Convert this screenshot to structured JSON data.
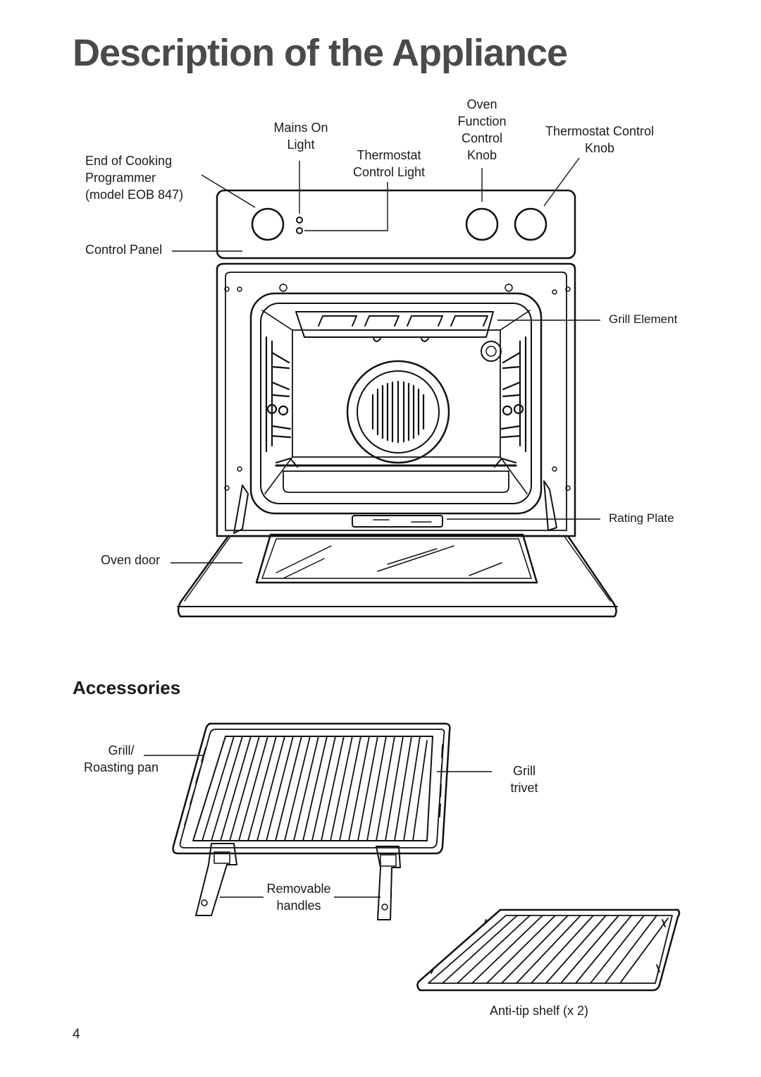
{
  "page": {
    "title": "Description of the Appliance",
    "accessories_heading": "Accessories",
    "page_number": "4"
  },
  "appliance_labels": {
    "end_of_cooking": "End of Cooking\nProgrammer\n(model EOB 847)",
    "mains_on_light": "Mains On\nLight",
    "thermostat_control_light": "Thermostat\nControl Light",
    "oven_function_knob": "Oven\nFunction\nControl\nKnob",
    "thermostat_control_knob": "Thermostat Control\nKnob",
    "control_panel": "Control Panel",
    "grill_element": "Grill Element",
    "rating_plate": "Rating Plate",
    "oven_door": "Oven door"
  },
  "accessory_labels": {
    "grill_roasting_pan": "Grill/\nRoasting pan",
    "grill_trivet": "Grill\ntrivet",
    "removable_handles": "Removable\nhandles",
    "anti_tip_shelf": "Anti-tip shelf (x 2)"
  }
}
